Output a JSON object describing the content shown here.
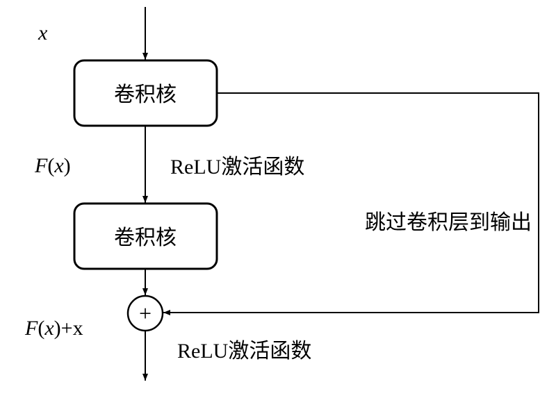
{
  "input": {
    "var": "x"
  },
  "blocks": [
    {
      "label": "卷积核"
    },
    {
      "label": "卷积核"
    }
  ],
  "after_first": {
    "expr_func": "F",
    "expr_arg": "x",
    "activation": "ReLU激活函数"
  },
  "sum": {
    "symbol": "+",
    "expr_func": "F",
    "expr_arg": "x",
    "expr_plus": "+x",
    "activation": "ReLU激活函数"
  },
  "skip": {
    "label": "跳过卷积层到输出"
  },
  "colors": {
    "stroke": "#000000",
    "background": "#ffffff"
  }
}
